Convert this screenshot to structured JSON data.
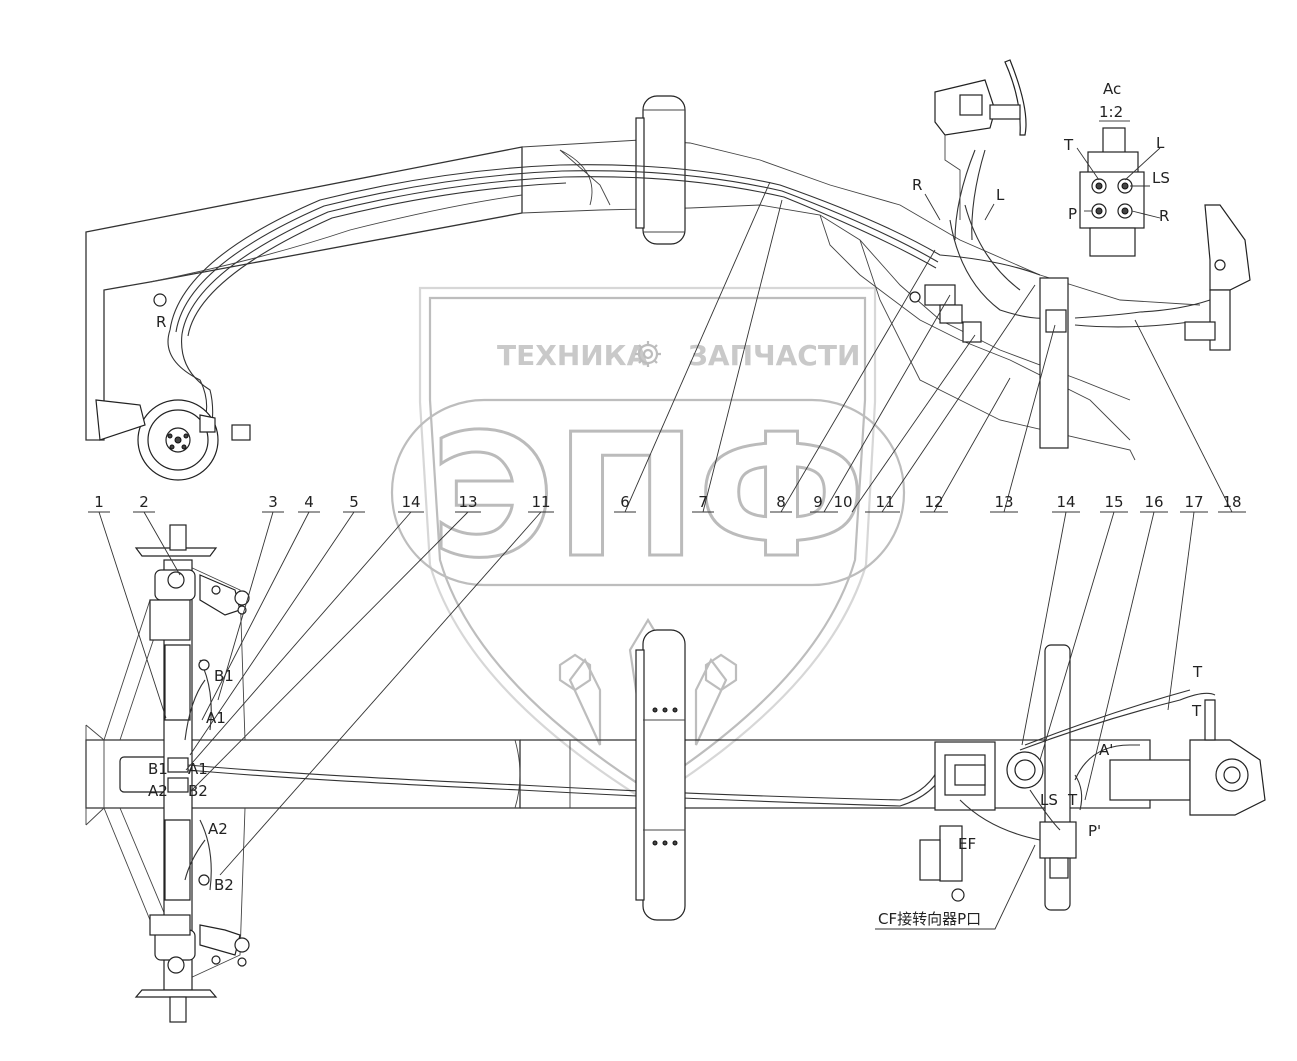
{
  "watermark": {
    "top_text_left": "ТЕХНИКА",
    "top_text_right": "ЗАПЧАСТИ",
    "brand": "ЭПФ",
    "gear_icon": "gear-icon"
  },
  "detail_view": {
    "title": "Ac",
    "scale": "1:2",
    "ports": {
      "T": "T",
      "L": "L",
      "LS": "LS",
      "P": "P",
      "R": "R"
    }
  },
  "callouts": [
    "1",
    "2",
    "3",
    "4",
    "5",
    "14",
    "13",
    "11",
    "6",
    "7",
    "8",
    "9",
    "10",
    "11",
    "12",
    "13",
    "14",
    "15",
    "16",
    "17",
    "18"
  ],
  "callout_labels": {
    "c1": "1",
    "c2": "2",
    "c3": "3",
    "c4": "4",
    "c5": "5",
    "c14a": "14",
    "c13a": "13",
    "c11a": "11",
    "c6": "6",
    "c7": "7",
    "c8": "8",
    "c9": "9",
    "c10": "10",
    "c11": "11",
    "c12": "12",
    "c13": "13",
    "c14": "14",
    "c15": "15",
    "c16": "16",
    "c17": "17",
    "c18": "18"
  },
  "port_labels": {
    "upper_R_left": "R",
    "upper_R_right": "R",
    "upper_L": "L",
    "B1_upper": "B1",
    "A1_upper": "A1",
    "B1_lower": "B1",
    "A1_lower": "A1",
    "A2_lower": "A2",
    "B2_lower": "B2",
    "A2_bottom": "A2",
    "B2_bottom": "B2",
    "T_top": "T",
    "T_second": "T",
    "A_prime": "A'",
    "LS_lower": "LS",
    "T_lower": "T",
    "P_prime": "P'",
    "EF": "EF",
    "CF_note": "CF接转向器P口"
  }
}
